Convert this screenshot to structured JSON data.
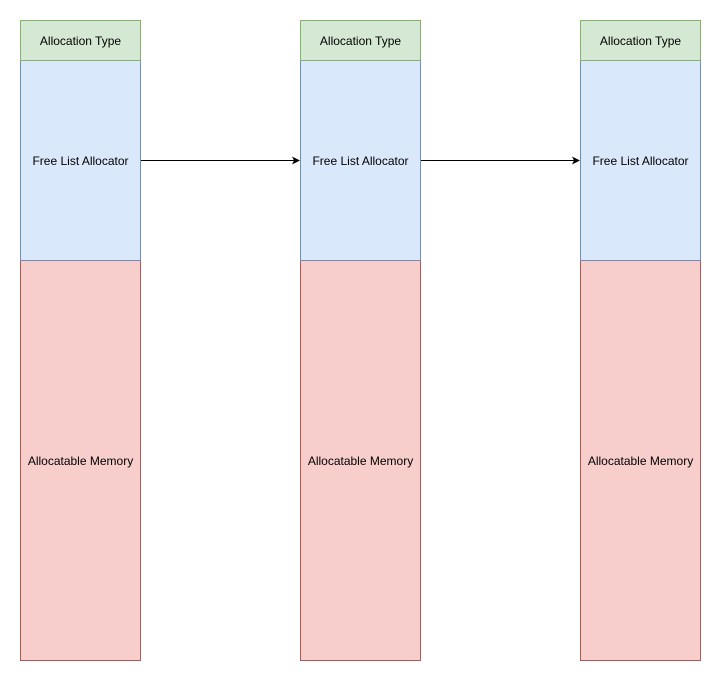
{
  "diagram": {
    "blocks": [
      {
        "type_label": "Allocation Type",
        "allocator_label": "Free List Allocator",
        "memory_label": "Allocatable Memory"
      },
      {
        "type_label": "Allocation Type",
        "allocator_label": "Free List Allocator",
        "memory_label": "Allocatable Memory"
      },
      {
        "type_label": "Allocation Type",
        "allocator_label": "Free List Allocator",
        "memory_label": "Allocatable Memory"
      }
    ],
    "colors": {
      "type_fill": "#d5e8d4",
      "type_stroke": "#82b366",
      "allocator_fill": "#dae8fc",
      "allocator_stroke": "#6c8ebf",
      "memory_fill": "#f8cecc",
      "memory_stroke": "#b85450",
      "arrow": "#000000"
    }
  }
}
